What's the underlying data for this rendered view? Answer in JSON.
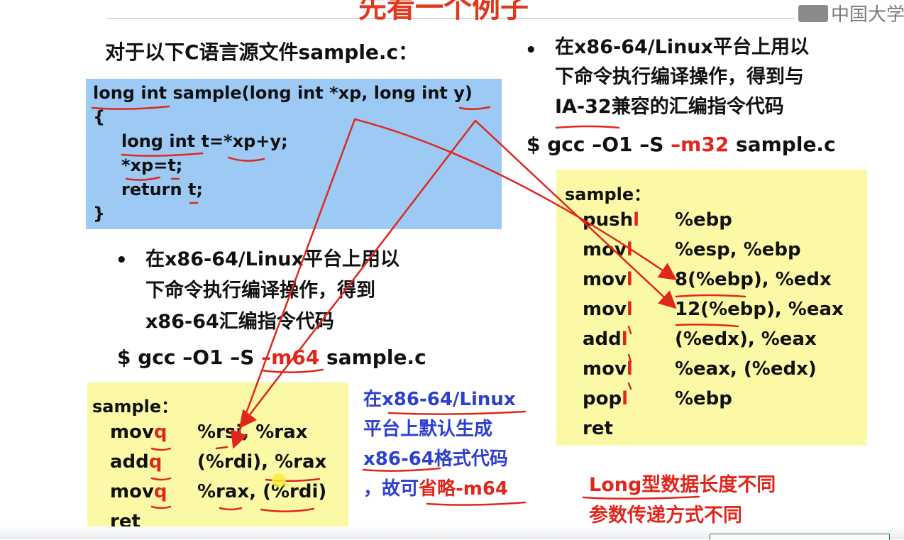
{
  "header": {
    "title": "先看一个例子",
    "logo_text": "中国大学"
  },
  "left": {
    "intro": "对于以下C语言源文件sample.c：",
    "code": [
      "long int sample(long int *xp, long int y)",
      "{",
      "long int t=*xp+y;",
      "*xp=t;",
      "return t;",
      "}"
    ],
    "bullet_lines": [
      "在x86-64/Linux平台上用以",
      "下命令执行编译操作，得到",
      "x86-64汇编指令代码"
    ],
    "command_prefix": "$ gcc –O1 –S ",
    "command_flag": "–m64",
    "command_file": " sample.c",
    "asm_label": "sample：",
    "asm": [
      {
        "op_base": "mov",
        "op_suffix": "q",
        "args": "%rsi, %rax"
      },
      {
        "op_base": "add",
        "op_suffix": "q",
        "args": "(%rdi), %rax"
      },
      {
        "op_base": "mov",
        "op_suffix": "q",
        "args": "%rax, (%rdi)"
      },
      {
        "op_base": "ret",
        "op_suffix": "",
        "args": ""
      }
    ],
    "note_lines": [
      "在x86-64/Linux",
      "平台上默认生成",
      "x86-64格式代码"
    ],
    "note_last_prefix": "，故可",
    "note_last_red": "省略-m64"
  },
  "right": {
    "bullet_lines": [
      "在x86-64/Linux平台上用以",
      "下命令执行编译操作，得到与",
      "IA-32兼容的汇编指令代码"
    ],
    "command_prefix": "$ gcc –O1 –S ",
    "command_flag": "–m32",
    "command_file": " sample.c",
    "asm_label": "sample：",
    "asm": [
      {
        "op_base": "push",
        "op_suffix": "l",
        "args": "%ebp"
      },
      {
        "op_base": "mov",
        "op_suffix": "l",
        "args": "%esp, %ebp"
      },
      {
        "op_base": "mov",
        "op_suffix": "l",
        "args": "8(%ebp), %edx"
      },
      {
        "op_base": "mov",
        "op_suffix": "l",
        "args": "12(%ebp), %eax"
      },
      {
        "op_base": "add",
        "op_suffix": "l",
        "args": "(%edx), %eax"
      },
      {
        "op_base": "mov",
        "op_suffix": "l",
        "args": "%eax, (%edx)"
      },
      {
        "op_base": "pop",
        "op_suffix": "l",
        "args": "%ebp"
      },
      {
        "op_base": "ret",
        "op_suffix": "",
        "args": ""
      }
    ],
    "notes": [
      "Long型数据长度不同",
      "参数传递方式不同"
    ]
  },
  "colors": {
    "title": "#e0391e",
    "accent_red": "#e1261c",
    "note_blue": "#2d3fd0",
    "code_box_bg": "#9ccaf5",
    "asm_box_bg": "#fcf9a6"
  },
  "icons": {
    "bullet": "bullet-dot",
    "logo": "mooc-logo-icon"
  }
}
